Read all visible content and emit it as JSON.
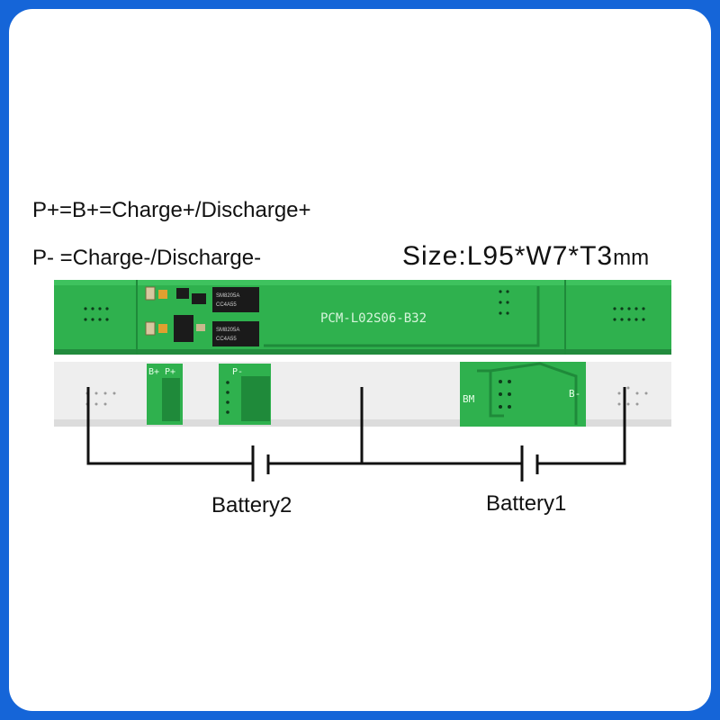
{
  "notes": {
    "line1": "P+=B+=Charge+/Discharge+",
    "line2": "P- =Charge-/Discharge-",
    "size_main": "Size:L95*W7*T3",
    "size_unit": "mm"
  },
  "board_top": {
    "model_label": "PCM-L02S06-B32",
    "chip1_text": [
      "SM8205A",
      "CC4A55"
    ],
    "chip2_text": [
      "SM8205A",
      "CC4A55"
    ]
  },
  "board_bottom": {
    "pad_b_plus": "B+",
    "pad_p_plus": "P+",
    "pad_p_minus": "P-",
    "pad_bm": "BM",
    "pad_b_minus": "B-"
  },
  "batteries": {
    "battery2": "Battery2",
    "battery1": "Battery1"
  },
  "colors": {
    "background": "#1565d8",
    "frame": "#ffffff",
    "pcb_green": "#2fb14e",
    "pcb_dark": "#1f8a3a",
    "strip": "#eeeeee",
    "wire": "#111111"
  }
}
